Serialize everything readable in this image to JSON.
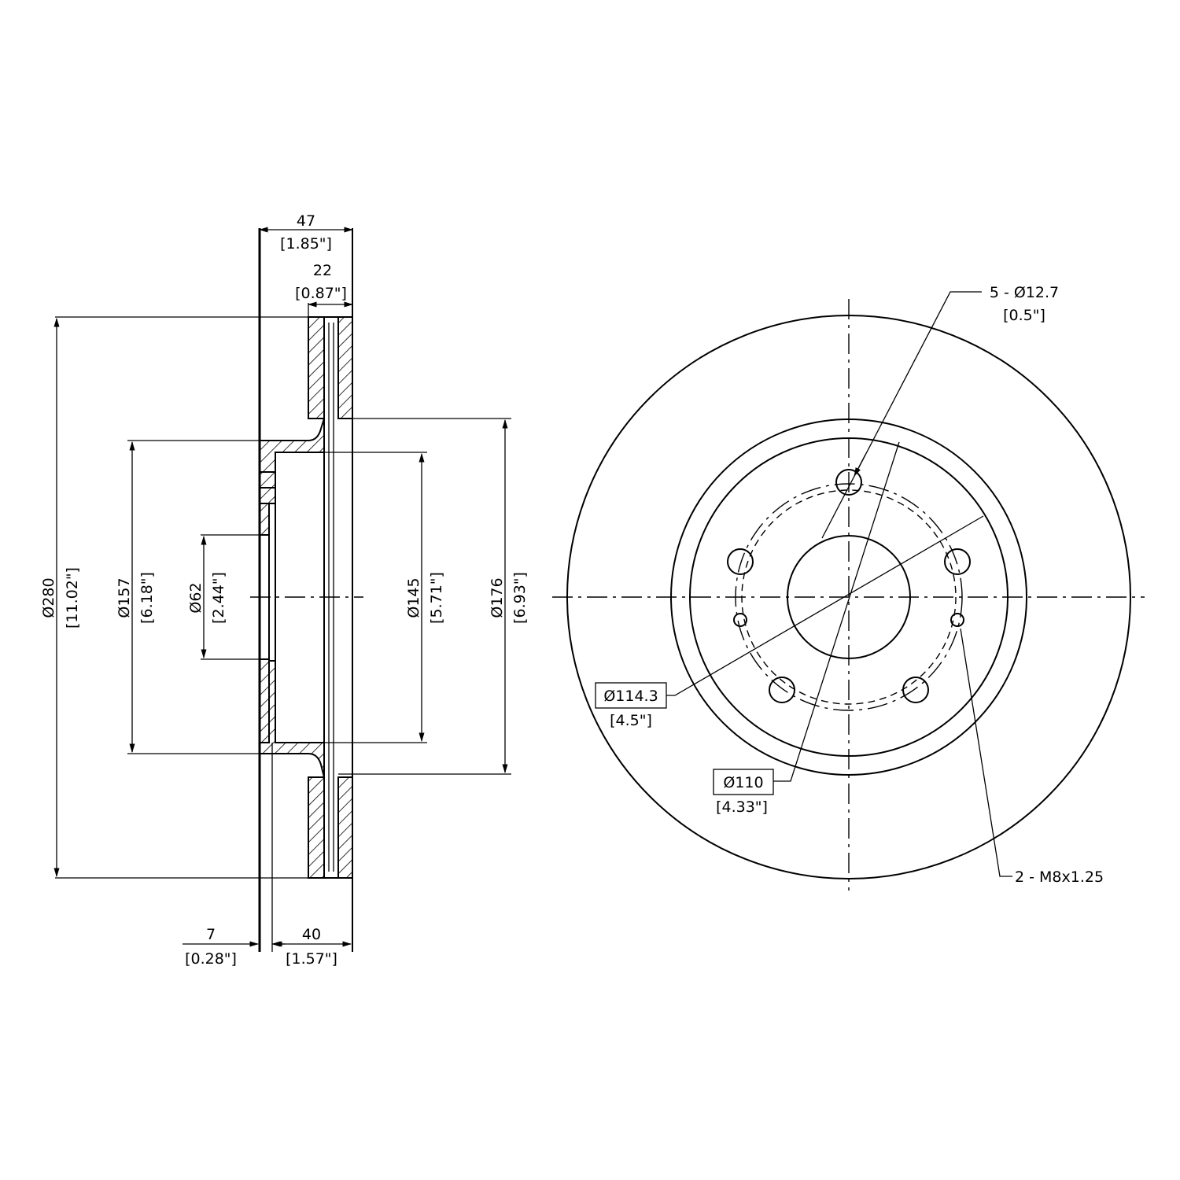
{
  "dimensions": {
    "width_total": {
      "mm": "47",
      "in": "[1.85\"]"
    },
    "width_braking": {
      "mm": "22",
      "in": "[0.87\"]"
    },
    "hat_thickness": {
      "mm": "7",
      "in": "[0.28\"]"
    },
    "hat_height": {
      "mm": "40",
      "in": "[1.57\"]"
    },
    "outer_diameter": {
      "mm": "Ø280",
      "in": "[11.02\"]"
    },
    "hat_diameter": {
      "mm": "Ø157",
      "in": "[6.18\"]"
    },
    "center_bore": {
      "mm": "Ø62",
      "in": "[2.44\"]"
    },
    "inner_diameter_145": {
      "mm": "Ø145",
      "in": "[5.71\"]"
    },
    "inner_diameter_176": {
      "mm": "Ø176",
      "in": "[6.93\"]"
    }
  },
  "callouts": {
    "bolt_holes": {
      "mm": "5 - Ø12.7",
      "in": "[0.5\"]"
    },
    "bolt_circle": {
      "mm": "Ø114.3",
      "in": "[4.5\"]"
    },
    "pilot_circle": {
      "mm": "Ø110",
      "in": "[4.33\"]"
    },
    "threaded_holes": {
      "label": "2 - M8x1.25"
    }
  }
}
